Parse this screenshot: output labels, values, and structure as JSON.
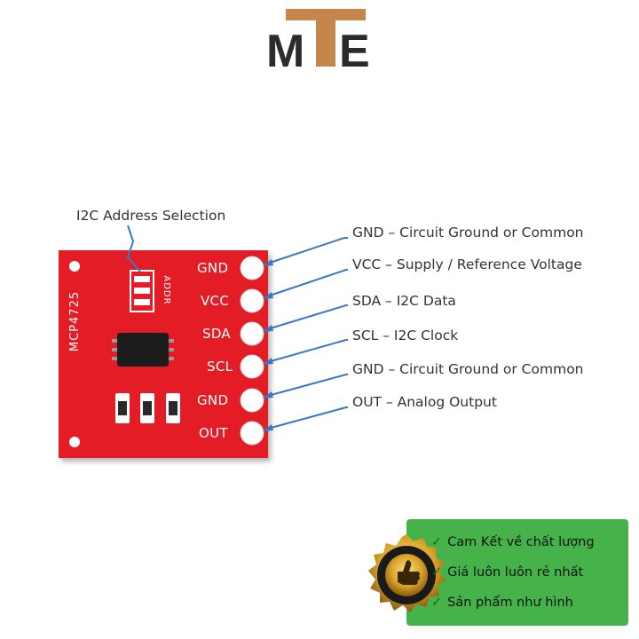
{
  "logo": {
    "letters": [
      "M",
      "T",
      "E"
    ],
    "dark_color": "#2b2b2b",
    "accent_color": "#c4864a"
  },
  "board": {
    "color": "#e41f26",
    "chip_label": "MCP4725",
    "addr_label": "ADDR",
    "pins": [
      "GND",
      "VCC",
      "SDA",
      "SCL",
      "GND",
      "OUT"
    ]
  },
  "address_title": "I2C Address Selection",
  "callouts": [
    "GND – Circuit Ground or Common",
    "VCC – Supply / Reference Voltage",
    "SDA – I2C Data",
    "SCL – I2C Clock",
    "GND – Circuit Ground or Common",
    "OUT – Analog Output"
  ],
  "banner": {
    "color": "#46b34a",
    "items": [
      "Cam Kết về chất lượng",
      "Giá luôn luôn rẻ nhất",
      "Sản phẩm như hình"
    ],
    "seal_icon": "thumbs-up-quality-seal-icon"
  },
  "arrow_color": "#3a78c4"
}
